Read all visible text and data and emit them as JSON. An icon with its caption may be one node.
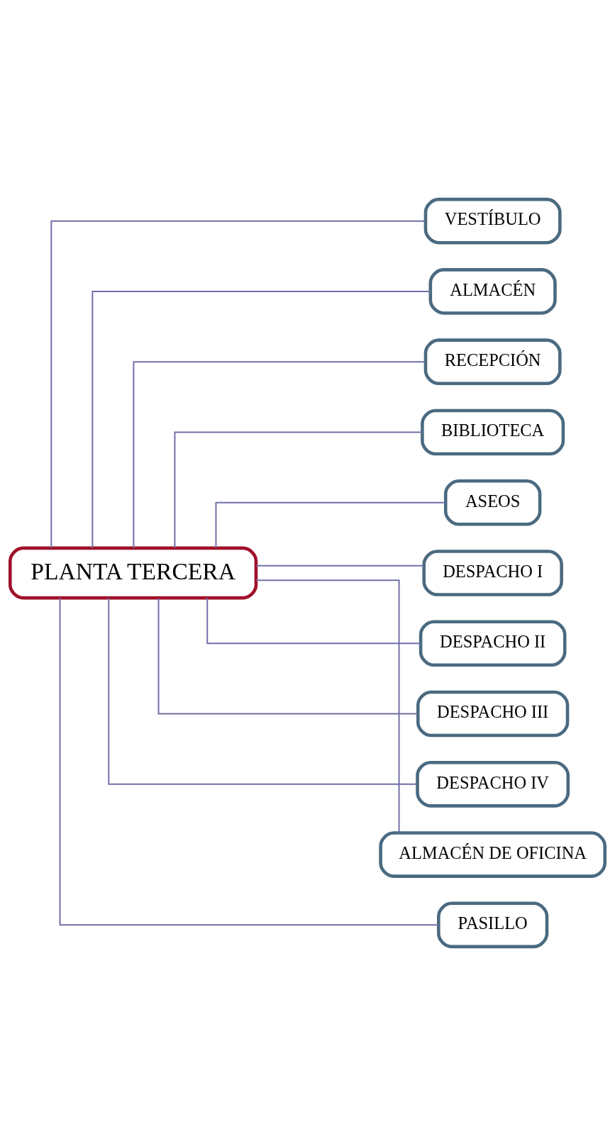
{
  "diagram": {
    "nodes": [
      {
        "text": [
          "PLANTA TERCERA"
        ]
      },
      {
        "text": [
          "VESTÍBULO"
        ]
      },
      {
        "text": [
          "ALMACÉN"
        ]
      },
      {
        "text": [
          "RECEPCIÓN"
        ]
      },
      {
        "text": [
          "BIBLIOTECA"
        ]
      },
      {
        "text": [
          "ASEOS"
        ]
      },
      {
        "text": [
          "DESPACHO I"
        ]
      },
      {
        "text": [
          "DESPACHO II"
        ]
      },
      {
        "text": [
          "DESPACHO III"
        ]
      },
      {
        "text": [
          "DESPACHO IV"
        ]
      },
      {
        "text": [
          "ALMACÉN DE OFICINA"
        ]
      },
      {
        "text": [
          "PASILLO"
        ]
      }
    ],
    "edges": [
      {
        "from": 0,
        "to": 1,
        "arrow": "none"
      },
      {
        "from": 0,
        "to": 2,
        "arrow": "none"
      },
      {
        "from": 0,
        "to": 3,
        "arrow": "none"
      },
      {
        "from": 0,
        "to": 4,
        "arrow": "none"
      },
      {
        "from": 0,
        "to": 5,
        "arrow": "none"
      },
      {
        "from": 0,
        "to": 6,
        "arrow": "none"
      },
      {
        "from": 0,
        "to": 7,
        "arrow": "none"
      },
      {
        "from": 0,
        "to": 8,
        "arrow": "none"
      },
      {
        "from": 0,
        "to": 9,
        "arrow": "none"
      },
      {
        "from": 0,
        "to": 10,
        "arrow": "none"
      },
      {
        "from": 0,
        "to": 11,
        "arrow": "none"
      }
    ]
  }
}
